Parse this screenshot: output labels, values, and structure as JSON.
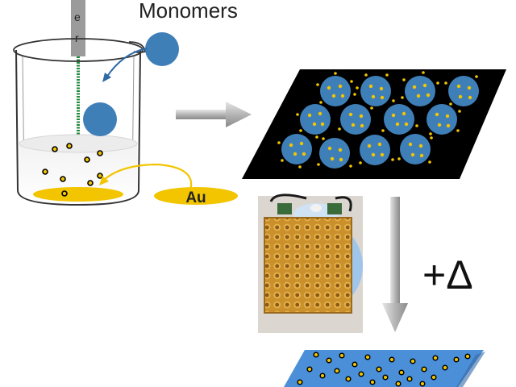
{
  "labels": {
    "monomers": "Monomers",
    "electrode_e": "e",
    "electrode_r": "r",
    "gold": "Au",
    "heat": "+Δ"
  },
  "colors": {
    "monomer_blue": "#3f7fb8",
    "gold_yellow": "#f2c500",
    "film_blue": "#4a8fd8",
    "substrate_black": "#000000",
    "wire_green": "#1f8a3a",
    "arrow_gray": "#9a9a9a"
  },
  "icons": {
    "beaker": "beaker-icon",
    "heater_photo": "heater-plate-photo"
  }
}
